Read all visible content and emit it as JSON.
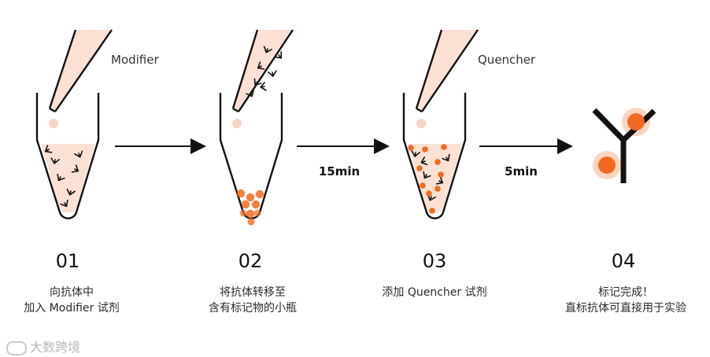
{
  "colors": {
    "line": "#111111",
    "liquid": "#fbe0d3",
    "dot_light": "#f9d3c3",
    "dot_orange": "#f26a21",
    "halo": "#fbc3a6"
  },
  "icons": [
    "pipette-icon",
    "vial-icon",
    "antibody-icon",
    "arrow-icon",
    "fluorophore-icon"
  ],
  "steps": [
    {
      "number": "01",
      "line1": "向抗体中",
      "line2": "加入 Modifier 试剂",
      "reagent": "Modifier"
    },
    {
      "number": "02",
      "line1": "将抗体转移至",
      "line2": "含有标记物的小瓶",
      "reagent": ""
    },
    {
      "number": "03",
      "line1": "添加 Quencher 试剂",
      "line2": "",
      "reagent": "Quencher"
    },
    {
      "number": "04",
      "line1": "标记完成！",
      "line2": "直标抗体可直接用于实验",
      "reagent": ""
    }
  ],
  "timers": {
    "t2": "15min",
    "t3": "5min"
  },
  "watermark": "大数跨境"
}
